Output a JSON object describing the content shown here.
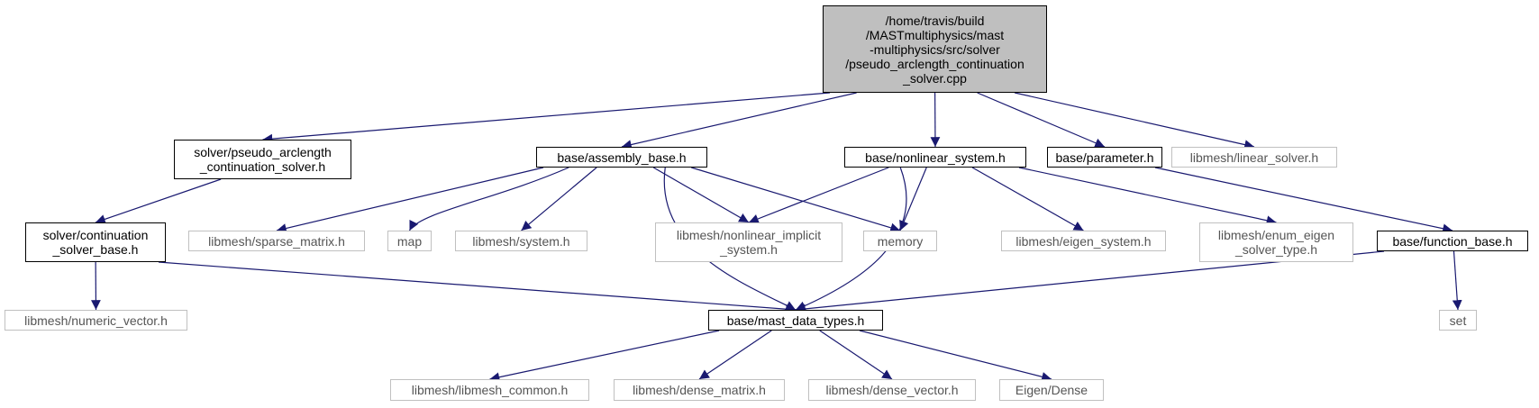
{
  "colors": {
    "edge": "#191970",
    "root_fill": "#bfbfbf",
    "missing_border": "#c0c0c0"
  },
  "nodes": [
    {
      "id": "root",
      "label": "/home/travis/build\n/MASTmultiphysics/mast\n-multiphysics/src/solver\n/pseudo_arclength_continuation\n_solver.cpp",
      "style": "root"
    },
    {
      "id": "solver_pseudo",
      "label": "solver/pseudo_arclength\n_continuation_solver.h",
      "style": "solid"
    },
    {
      "id": "assembly",
      "label": "base/assembly_base.h",
      "style": "solid"
    },
    {
      "id": "nonlinear_sys",
      "label": "base/nonlinear_system.h",
      "style": "solid"
    },
    {
      "id": "parameter",
      "label": "base/parameter.h",
      "style": "solid"
    },
    {
      "id": "linear_solver",
      "label": "libmesh/linear_solver.h",
      "style": "gray"
    },
    {
      "id": "cont_base",
      "label": "solver/continuation\n_solver_base.h",
      "style": "solid"
    },
    {
      "id": "sparse",
      "label": "libmesh/sparse_matrix.h",
      "style": "gray"
    },
    {
      "id": "map",
      "label": "map",
      "style": "gray"
    },
    {
      "id": "system",
      "label": "libmesh/system.h",
      "style": "gray"
    },
    {
      "id": "nl_implicit",
      "label": "libmesh/nonlinear_implicit\n_system.h",
      "style": "gray"
    },
    {
      "id": "memory",
      "label": "memory",
      "style": "gray"
    },
    {
      "id": "eigen_sys",
      "label": "libmesh/eigen_system.h",
      "style": "gray"
    },
    {
      "id": "enum_eigen",
      "label": "libmesh/enum_eigen\n_solver_type.h",
      "style": "gray"
    },
    {
      "id": "function_base",
      "label": "base/function_base.h",
      "style": "solid"
    },
    {
      "id": "numeric_vec",
      "label": "libmesh/numeric_vector.h",
      "style": "gray"
    },
    {
      "id": "mast_types",
      "label": "base/mast_data_types.h",
      "style": "solid"
    },
    {
      "id": "set",
      "label": "set",
      "style": "gray"
    },
    {
      "id": "libmesh_common",
      "label": "libmesh/libmesh_common.h",
      "style": "gray"
    },
    {
      "id": "dense_matrix",
      "label": "libmesh/dense_matrix.h",
      "style": "gray"
    },
    {
      "id": "dense_vector",
      "label": "libmesh/dense_vector.h",
      "style": "gray"
    },
    {
      "id": "eigen_dense",
      "label": "Eigen/Dense",
      "style": "gray"
    }
  ],
  "edges": [
    [
      "root",
      "solver_pseudo"
    ],
    [
      "root",
      "assembly"
    ],
    [
      "root",
      "nonlinear_sys"
    ],
    [
      "root",
      "parameter"
    ],
    [
      "root",
      "linear_solver"
    ],
    [
      "solver_pseudo",
      "cont_base"
    ],
    [
      "assembly",
      "sparse"
    ],
    [
      "assembly",
      "map"
    ],
    [
      "assembly",
      "system"
    ],
    [
      "assembly",
      "nl_implicit"
    ],
    [
      "assembly",
      "memory"
    ],
    [
      "assembly",
      "mast_types"
    ],
    [
      "nonlinear_sys",
      "nl_implicit"
    ],
    [
      "nonlinear_sys",
      "memory"
    ],
    [
      "nonlinear_sys",
      "eigen_sys"
    ],
    [
      "nonlinear_sys",
      "enum_eigen"
    ],
    [
      "nonlinear_sys",
      "mast_types"
    ],
    [
      "parameter",
      "function_base"
    ],
    [
      "cont_base",
      "numeric_vec"
    ],
    [
      "cont_base",
      "mast_types"
    ],
    [
      "function_base",
      "mast_types"
    ],
    [
      "function_base",
      "set"
    ],
    [
      "mast_types",
      "libmesh_common"
    ],
    [
      "mast_types",
      "dense_matrix"
    ],
    [
      "mast_types",
      "dense_vector"
    ],
    [
      "mast_types",
      "eigen_dense"
    ]
  ]
}
